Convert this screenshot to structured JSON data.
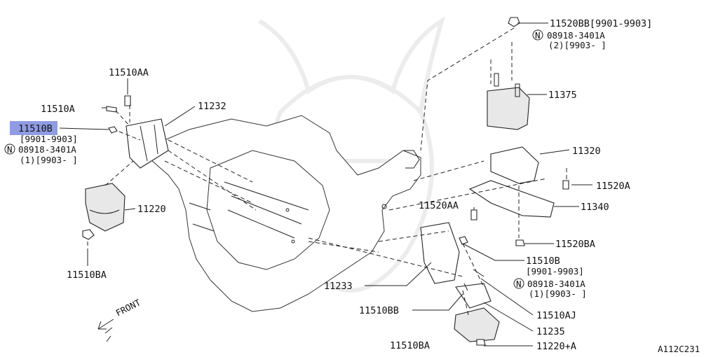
{
  "diagram_code": "A112C231",
  "front_label": "FRONT",
  "nut_symbol": "N",
  "parts": {
    "p11510AA_left": "11510AA",
    "p11510A": "11510A",
    "p11510B_left": "11510B",
    "p11510B_left_range": "[9901-9903]",
    "p11510B_left_nut": "08918-3401A",
    "p11510B_left_nut_qty": "(1)[9903-    ]",
    "p11232": "11232",
    "p11220": "11220",
    "p11510BA_left": "11510BA",
    "p11520BB": "11520BB[9901-9903]",
    "p11520BB_nut": "08918-3401A",
    "p11520BB_nut_qty": "(2)[9903-    ]",
    "p11375": "11375",
    "p11320": "11320",
    "p11520A": "11520A",
    "p11340": "11340",
    "p11520AA": "11520AA",
    "p11520BA": "11520BA",
    "p11510B_right": "11510B",
    "p11510B_right_range": "[9901-9903]",
    "p11510B_right_nut": "08918-3401A",
    "p11510B_right_nut_qty": "(1)[9903-    ]",
    "p11233": "11233",
    "p11510BB": "11510BB",
    "p11510AJ": "11510AJ",
    "p11235": "11235",
    "p11510BA_right": "11510BA",
    "p11220A": "11220+A"
  },
  "highlighted_part": "11510B",
  "colors": {
    "highlight": "#8f9be3",
    "lines": "#222222",
    "background": "#ffffff"
  }
}
